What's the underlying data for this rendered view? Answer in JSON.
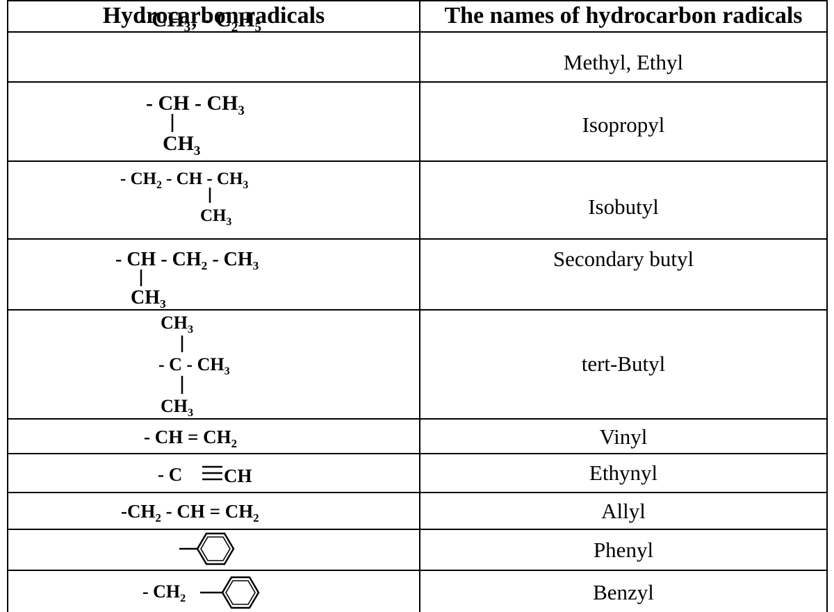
{
  "table": {
    "header": {
      "col1": "Hydrocarbon radicals",
      "col2": "The names of hydrocarbon radicals"
    },
    "rows": [
      {
        "formula": [
          "- CH",
          "3",
          ";   - C",
          "2",
          "H",
          "5"
        ],
        "name": "Methyl, Ethyl"
      },
      {
        "formula": [
          "- CH - CH",
          "3",
          "CH",
          "3"
        ],
        "name": "Isopropyl"
      },
      {
        "formula": [
          "- CH",
          "2",
          " - CH - CH",
          "3",
          "CH",
          "3"
        ],
        "name": "Isobutyl"
      },
      {
        "formula": [
          "- CH - CH",
          "2",
          " - CH",
          "3",
          "CH",
          "3"
        ],
        "name": "Secondary butyl"
      },
      {
        "formula": [
          "CH",
          "3",
          "- C - CH",
          "3",
          "CH",
          "3"
        ],
        "name": "tert-Butyl"
      },
      {
        "formula": [
          "- CH = CH",
          "2"
        ],
        "name": "Vinyl"
      },
      {
        "formula": [
          "- C ",
          "CH"
        ],
        "name": "Ethynyl"
      },
      {
        "formula": [
          "-CH",
          "2",
          " - CH = CH",
          "2"
        ],
        "name": "Allyl"
      },
      {
        "formula": [],
        "name": "Phenyl"
      },
      {
        "formula": [
          "- CH",
          "2"
        ],
        "name": "Benzyl"
      }
    ]
  }
}
